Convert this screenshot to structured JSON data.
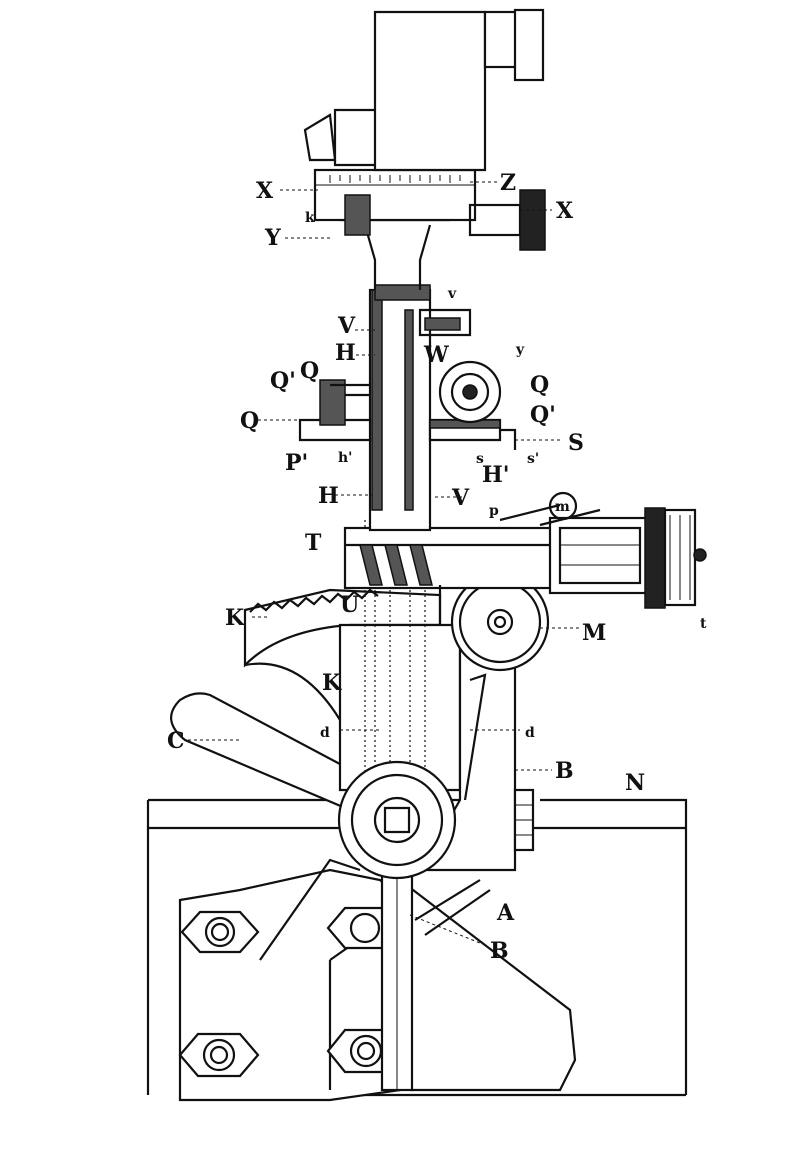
{
  "labels": {
    "X_left": "X",
    "Z": "Z",
    "X_right": "X",
    "k": "k",
    "Y": "Y",
    "v": "v",
    "V_upper": "V",
    "H_upper": "H",
    "W": "W",
    "y": "y",
    "Q_small": "Q",
    "Q_prime_left": "Q'",
    "Q_left": "Q",
    "Q_right": "Q",
    "Q_prime_right": "Q'",
    "S": "S",
    "P_prime": "P'",
    "h_prime": "h'",
    "s": "s",
    "s_prime": "s'",
    "H_prime": "H'",
    "H_lower": "H",
    "V_lower": "V",
    "p": "p",
    "m": "m",
    "T": "T",
    "t": "t",
    "K_left": "K",
    "U": "U",
    "M": "M",
    "K_mid": "K",
    "C": "C",
    "d_left": "d",
    "d_right": "d",
    "B_upper": "B",
    "N": "N",
    "A": "A",
    "B_lower": "B"
  }
}
